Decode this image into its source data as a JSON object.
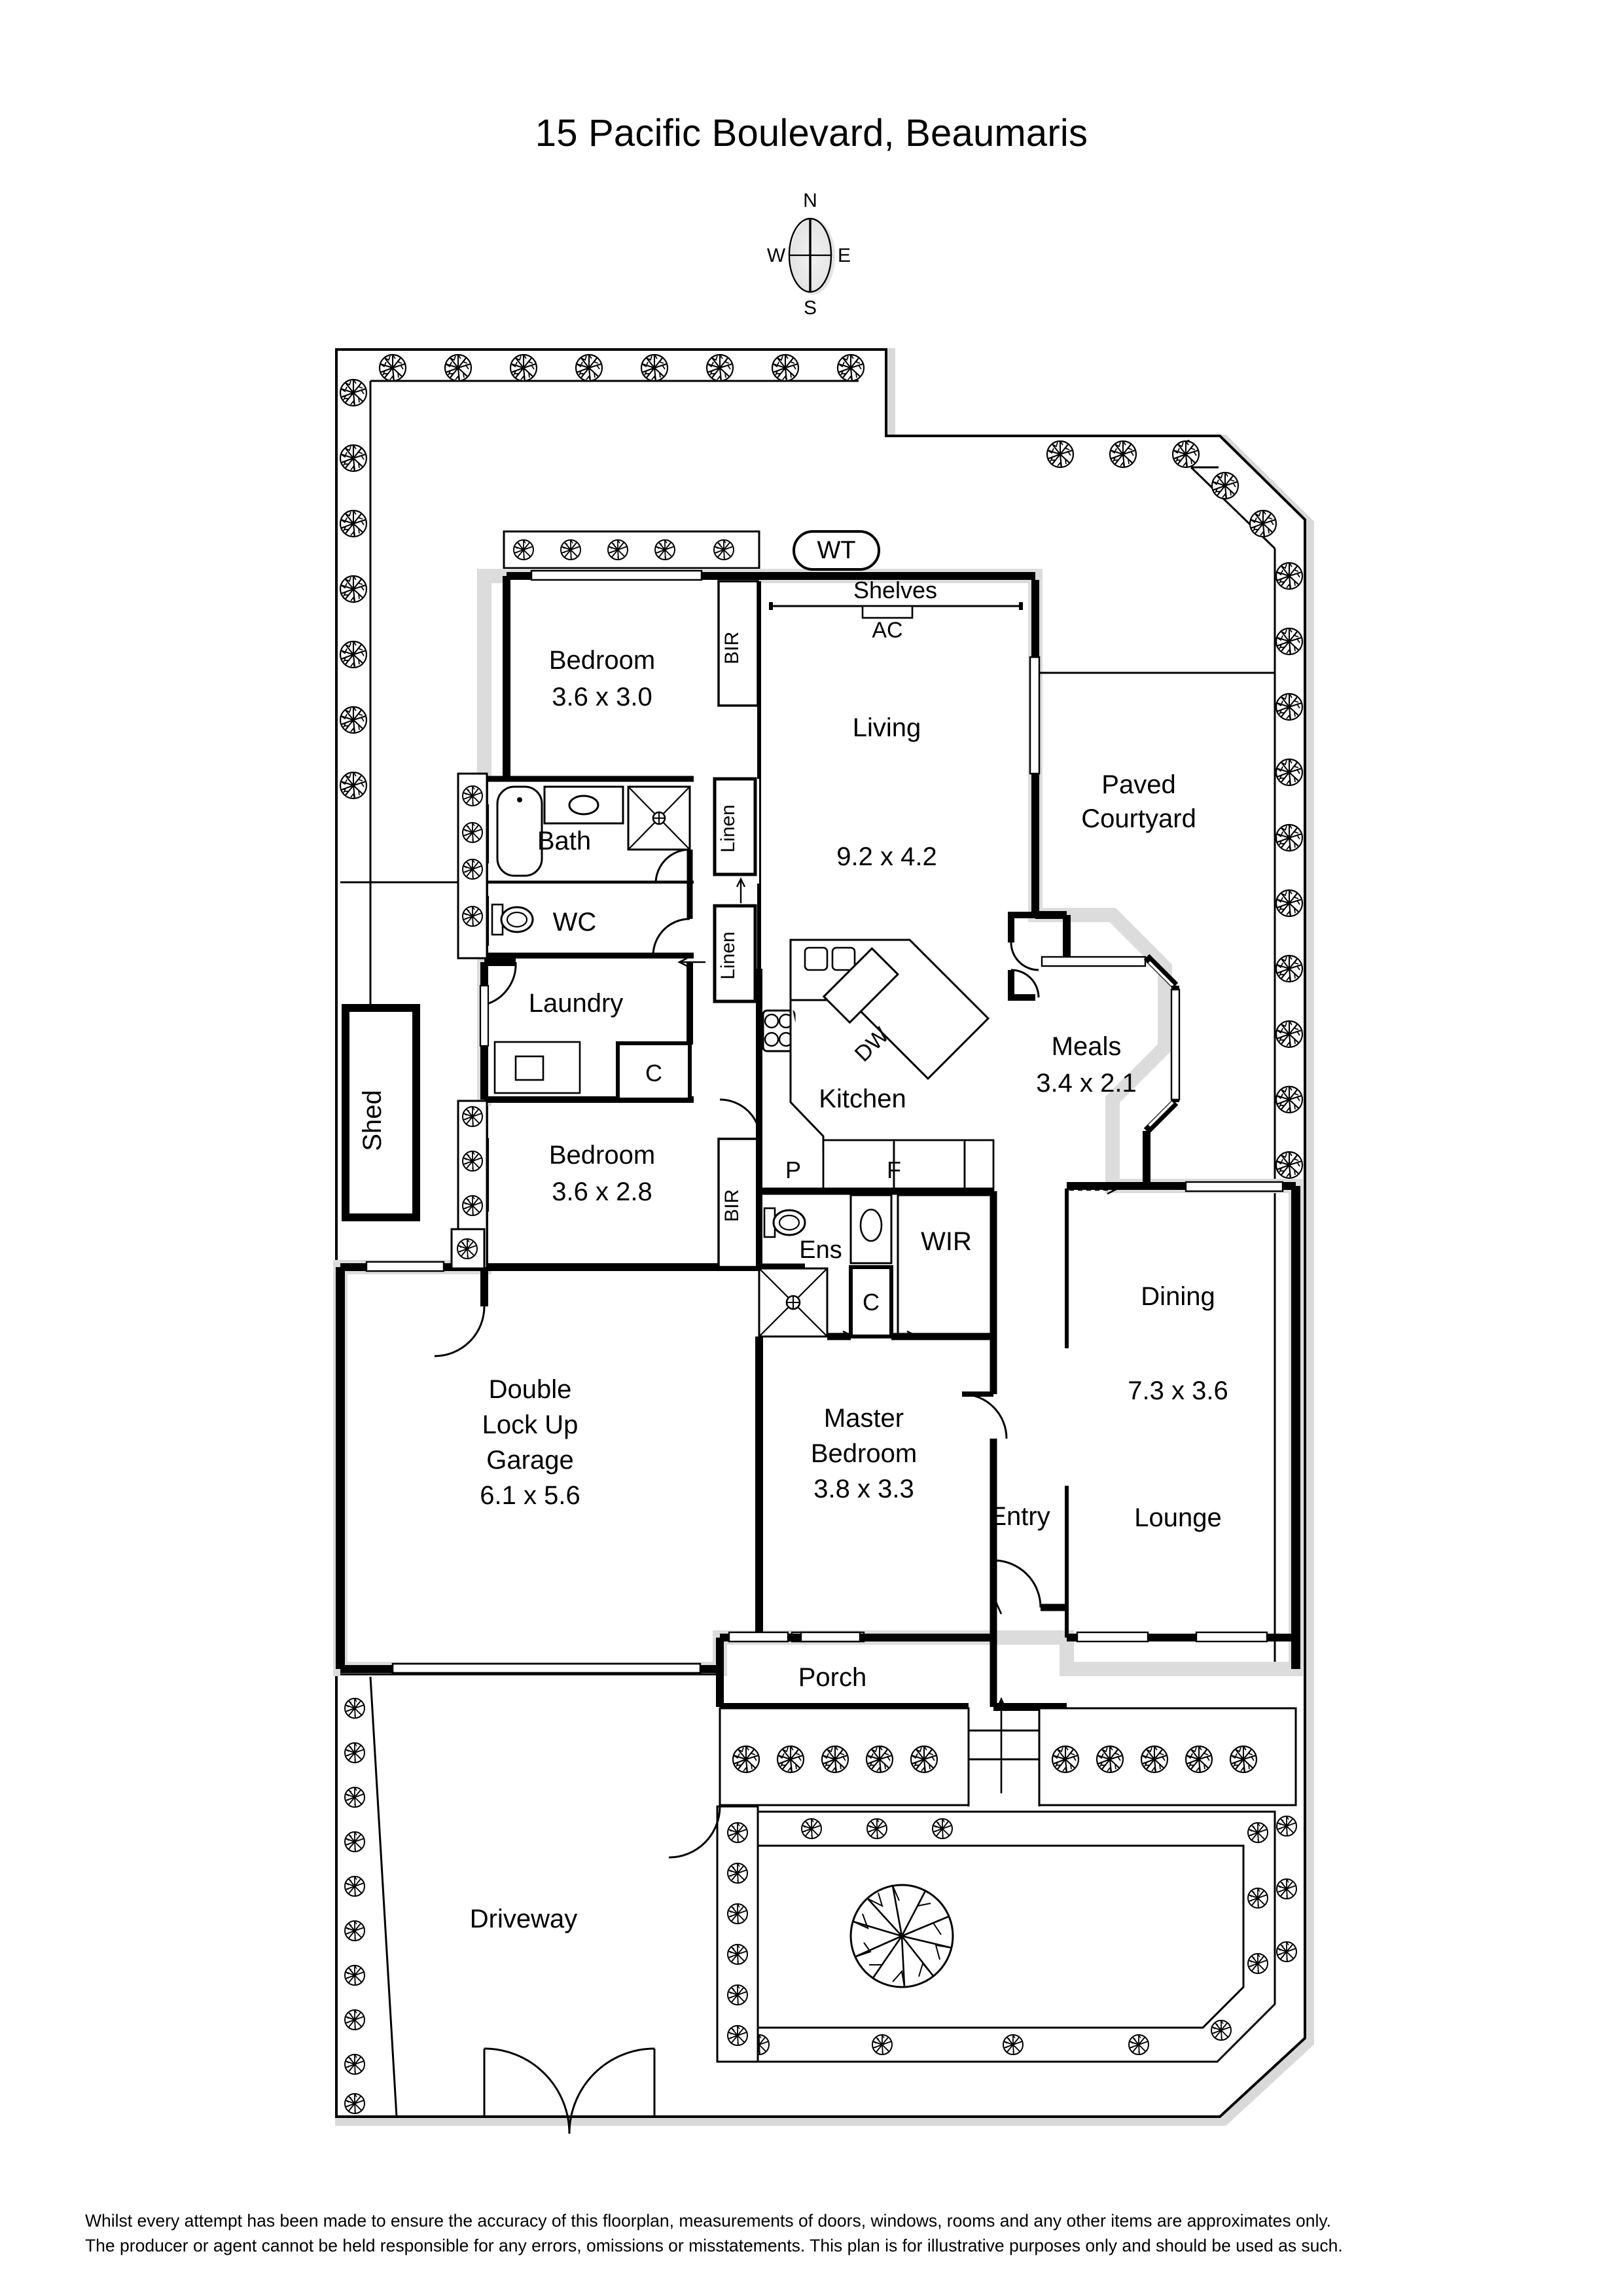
{
  "title": "15 Pacific Boulevard, Beaumaris",
  "compass": {
    "north": "N",
    "east": "E",
    "south": "S",
    "west": "W"
  },
  "badges": {
    "water_tank": "WT"
  },
  "rooms": [
    {
      "name": "Bedroom",
      "dims": "3.6 x 3.0"
    },
    {
      "name": "Living",
      "dims": "9.2 x 4.2"
    },
    {
      "name": "Paved Courtyard",
      "dims": ""
    },
    {
      "name": "Bath",
      "dims": ""
    },
    {
      "name": "WC",
      "dims": ""
    },
    {
      "name": "Laundry",
      "dims": ""
    },
    {
      "name": "Kitchen",
      "dims": ""
    },
    {
      "name": "Meals",
      "dims": "3.4 x 2.1"
    },
    {
      "name": "Bedroom",
      "dims": "3.6 x 2.8"
    },
    {
      "name": "Ens",
      "dims": ""
    },
    {
      "name": "WIR",
      "dims": ""
    },
    {
      "name": "Dining",
      "dims": "7.3 x 3.6"
    },
    {
      "name": "Double Lock Up Garage",
      "dims": "6.1 x 5.6"
    },
    {
      "name": "Master Bedroom",
      "dims": "3.8 x 3.3"
    },
    {
      "name": "Entry",
      "dims": ""
    },
    {
      "name": "Lounge",
      "dims": ""
    },
    {
      "name": "Porch",
      "dims": ""
    },
    {
      "name": "Driveway",
      "dims": ""
    },
    {
      "name": "Shed",
      "dims": ""
    }
  ],
  "labels": {
    "bedroom1_name": "Bedroom",
    "bedroom1_dims": "3.6 x 3.0",
    "bedroom2_name": "Bedroom",
    "bedroom2_dims": "3.6 x 2.8",
    "living_name": "Living",
    "living_dims": "9.2 x 4.2",
    "courtyard_line1": "Paved",
    "courtyard_line2": "Courtyard",
    "bath": "Bath",
    "wc": "WC",
    "laundry": "Laundry",
    "kitchen": "Kitchen",
    "meals_name": "Meals",
    "meals_dims": "3.4 x 2.1",
    "ens": "Ens",
    "wir": "WIR",
    "dining_name": "Dining",
    "dining_dims": "7.3 x 3.6",
    "garage_line1": "Double",
    "garage_line2": "Lock Up",
    "garage_line3": "Garage",
    "garage_dims": "6.1 x 5.6",
    "master_line1": "Master",
    "master_line2": "Bedroom",
    "master_dims": "3.8 x 3.3",
    "entry": "Entry",
    "lounge": "Lounge",
    "porch": "Porch",
    "driveway": "Driveway",
    "shed": "Shed",
    "shelves": "Shelves",
    "ac": "AC",
    "bir1": "BIR",
    "bir2": "BIR",
    "linen1": "Linen",
    "linen2": "Linen",
    "dw": "DW",
    "pantry": "P",
    "fridge": "F",
    "cupboard_laundry": "C",
    "cupboard_wir": "C"
  },
  "disclaimer": {
    "line1": "Whilst every attempt has been made to ensure the accuracy of this floorplan, measurements of doors, windows, rooms and any other items are approximates only.",
    "line2": "The producer or agent cannot be held responsible for any errors, omissions or misstatements. This plan is for illustrative purposes only and should be used as such."
  },
  "colors": {
    "wall": "#000000",
    "thin": "#1a1a1a",
    "shadow": "#d8d8d8",
    "background": "#ffffff"
  }
}
